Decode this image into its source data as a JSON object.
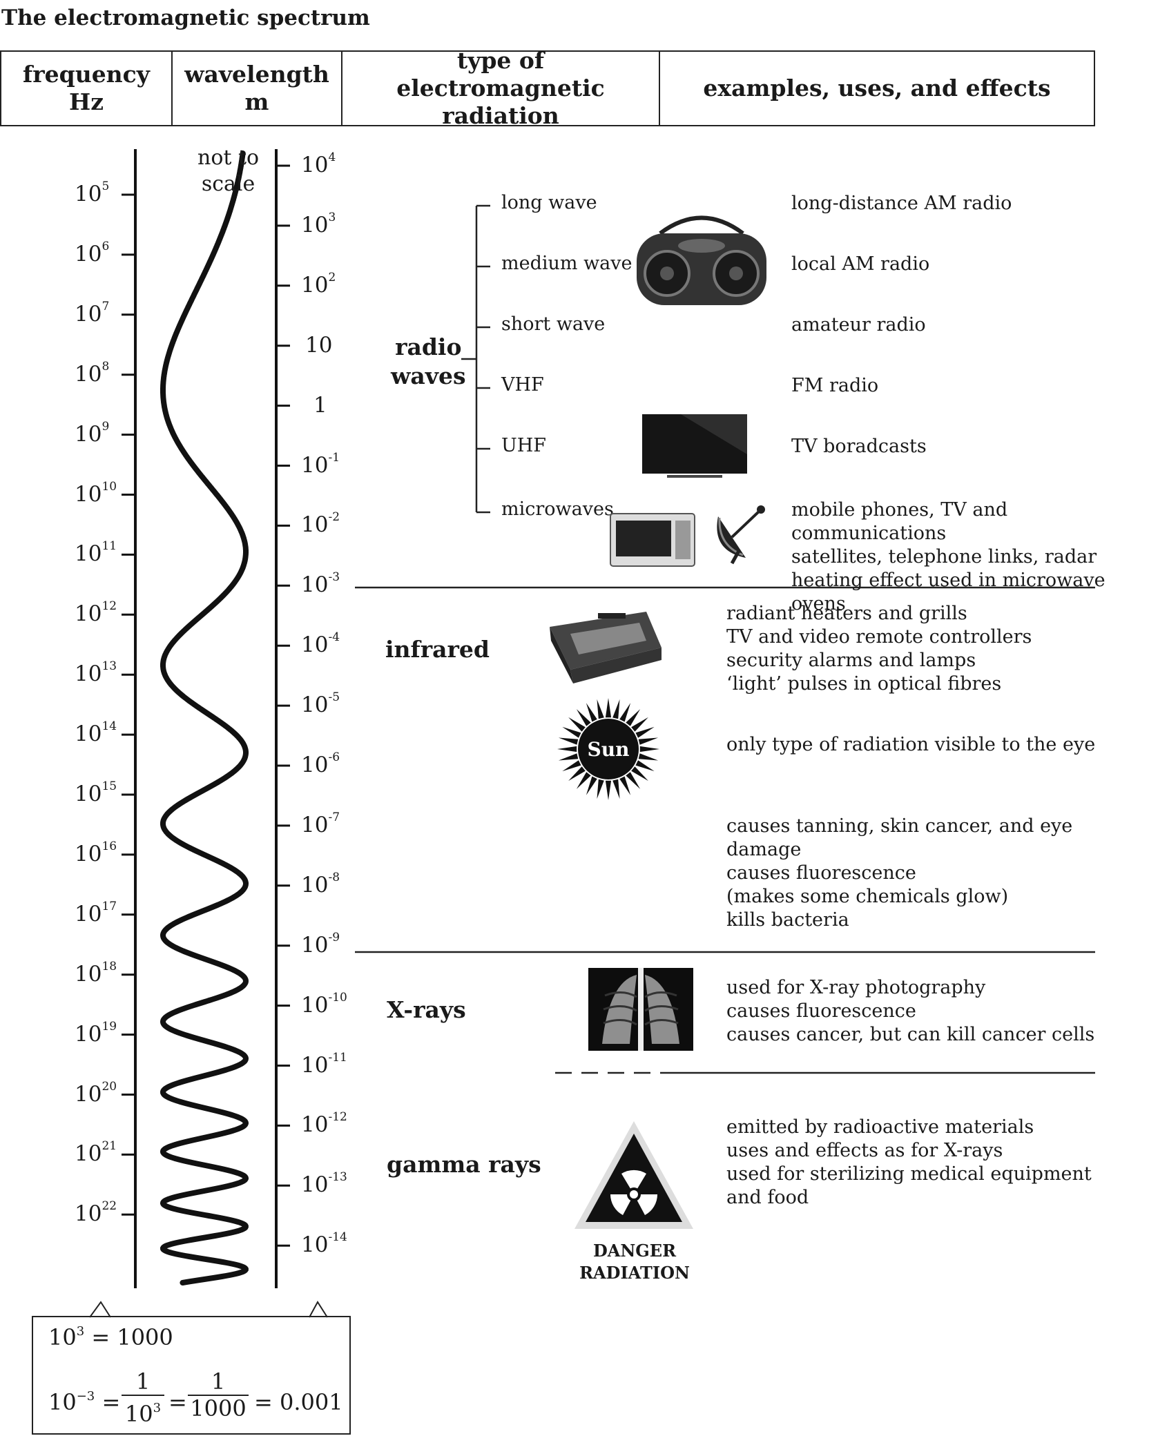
{
  "title": "The electromagnetic spectrum",
  "headers": {
    "frequency": "frequency\nHz",
    "wavelength": "wavelength\nm",
    "type": "type of\nelectromagnetic radiation",
    "examples": "examples, uses, and effects"
  },
  "scale_note": "not to\nscale",
  "frequency_ticks": [
    {
      "base": "10",
      "exp": "5"
    },
    {
      "base": "10",
      "exp": "6"
    },
    {
      "base": "10",
      "exp": "7"
    },
    {
      "base": "10",
      "exp": "8"
    },
    {
      "base": "10",
      "exp": "9"
    },
    {
      "base": "10",
      "exp": "10"
    },
    {
      "base": "10",
      "exp": "11"
    },
    {
      "base": "10",
      "exp": "12"
    },
    {
      "base": "10",
      "exp": "13"
    },
    {
      "base": "10",
      "exp": "14"
    },
    {
      "base": "10",
      "exp": "15"
    },
    {
      "base": "10",
      "exp": "16"
    },
    {
      "base": "10",
      "exp": "17"
    },
    {
      "base": "10",
      "exp": "18"
    },
    {
      "base": "10",
      "exp": "19"
    },
    {
      "base": "10",
      "exp": "20"
    },
    {
      "base": "10",
      "exp": "21"
    },
    {
      "base": "10",
      "exp": "22"
    }
  ],
  "wavelength_ticks": [
    {
      "base": "10",
      "exp": "4"
    },
    {
      "base": "10",
      "exp": "3"
    },
    {
      "base": "10",
      "exp": "2"
    },
    {
      "base": "10",
      "exp": ""
    },
    {
      "base": "1",
      "exp": ""
    },
    {
      "base": "10",
      "exp": "-1"
    },
    {
      "base": "10",
      "exp": "-2"
    },
    {
      "base": "10",
      "exp": "-3"
    },
    {
      "base": "10",
      "exp": "-4"
    },
    {
      "base": "10",
      "exp": "-5"
    },
    {
      "base": "10",
      "exp": "-6"
    },
    {
      "base": "10",
      "exp": "-7"
    },
    {
      "base": "10",
      "exp": "-8"
    },
    {
      "base": "10",
      "exp": "-9"
    },
    {
      "base": "10",
      "exp": "-10"
    },
    {
      "base": "10",
      "exp": "-11"
    },
    {
      "base": "10",
      "exp": "-12"
    },
    {
      "base": "10",
      "exp": "-13"
    },
    {
      "base": "10",
      "exp": "-14"
    }
  ],
  "radio": {
    "name": "radio\nwaves",
    "subbands": [
      "long wave",
      "medium wave",
      "short wave",
      "VHF",
      "UHF",
      "microwaves"
    ],
    "uses": [
      "long-distance AM radio",
      "local AM radio",
      "amateur radio",
      "FM radio",
      "TV boradcasts",
      "mobile phones, TV and communications\nsatellites, telephone links, radar\nheating effect used in microwave ovens"
    ]
  },
  "infrared": {
    "name": "infrared",
    "uses": "radiant heaters and grills\nTV and video remote controllers\nsecurity alarms and lamps\n‘light’ pulses in optical fibres"
  },
  "visible": {
    "sun_label": "Sun",
    "use": "only type of radiation visible to the eye"
  },
  "ultraviolet": {
    "uses": "causes tanning, skin cancer, and eye damage\ncauses fluorescence\n(makes some chemicals glow)\nkills bacteria"
  },
  "xrays": {
    "name": "X-rays",
    "uses": "used for X-ray photography\ncauses fluorescence\ncauses cancer, but can kill cancer cells"
  },
  "gamma": {
    "name": "gamma rays",
    "uses": "emitted by radioactive materials\nuses and effects as for X-rays\nused for sterilizing medical equipment\nand food",
    "sign_text": "DANGER\nRADIATION"
  },
  "notes": {
    "line1_base": "10",
    "line1_exp": "3",
    "line1_rhs": "= 1000",
    "line2_base": "10",
    "line2_exp": "−3",
    "frac1_num": "1",
    "frac1_den_base": "10",
    "frac1_den_exp": "3",
    "frac2_num": "1",
    "frac2_den": "1000",
    "result": "= 0.001"
  }
}
